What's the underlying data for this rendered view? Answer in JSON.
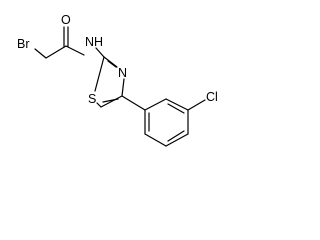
{
  "molecule": {
    "atoms": {
      "oxygen": "O",
      "amide_nitrogen": "N",
      "amide_hydrogen": "H",
      "bromine": "Br",
      "ring_nitrogen": "N",
      "sulfur": "S",
      "chlorine": "Cl"
    },
    "colors": {
      "bond": "#000000",
      "background": "#ffffff"
    }
  }
}
